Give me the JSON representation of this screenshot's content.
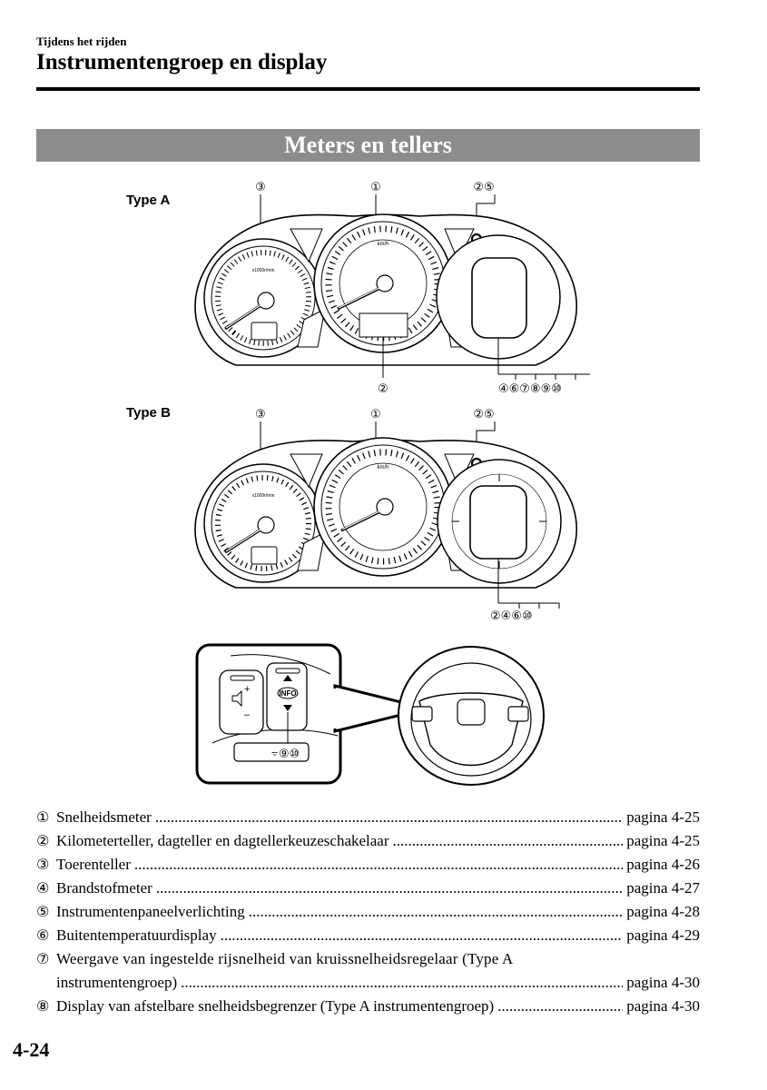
{
  "header": {
    "breadcrumb": "Tijdens het rijden",
    "title": "Instrumentengroep en display"
  },
  "section": {
    "title": "Meters en tellers"
  },
  "figures": {
    "type_a": {
      "label": "Type A",
      "tach_unit": "x1000r/min",
      "speed_unit": "km/h",
      "callouts": {
        "top_left": "③",
        "top_center": "①",
        "top_right": "②⑤",
        "bottom_center": "②",
        "bottom_right": "④⑥⑦⑧⑨⑩"
      }
    },
    "type_b": {
      "label": "Type B",
      "tach_unit": "x1000r/min",
      "speed_unit": "km/h",
      "callouts": {
        "top_left": "③",
        "top_center": "①",
        "top_right": "②⑤",
        "bottom_right": "②④⑥⑩"
      }
    },
    "wheel": {
      "info_label": "INFO",
      "volume_plus": "+",
      "volume_minus": "–",
      "callout": "⑨⑩"
    }
  },
  "references": [
    {
      "num": "①",
      "label": "Snelheidsmeter",
      "page": "pagina 4-25"
    },
    {
      "num": "②",
      "label": "Kilometerteller, dagteller en dagtellerkeuzeschakelaar",
      "page": "pagina 4-25"
    },
    {
      "num": "③",
      "label": "Toerenteller",
      "page": "pagina 4-26"
    },
    {
      "num": "④",
      "label": "Brandstofmeter",
      "page": "pagina 4-27"
    },
    {
      "num": "⑤",
      "label": "Instrumentenpaneelverlichting",
      "page": "pagina 4-28"
    },
    {
      "num": "⑥",
      "label": "Buitentemperatuurdisplay",
      "page": "pagina 4-29"
    },
    {
      "num": "⑦",
      "label": "Weergave van ingestelde rijsnelheid van kruissnelheidsregelaar (Type A",
      "label_cont": "instrumentengroep)",
      "page": "pagina 4-30"
    },
    {
      "num": "⑧",
      "label": "Display van afstelbare snelheidsbegrenzer (Type A instrumentengroep)",
      "page": "pagina 4-30"
    }
  ],
  "footer": {
    "page_number": "4-24"
  }
}
